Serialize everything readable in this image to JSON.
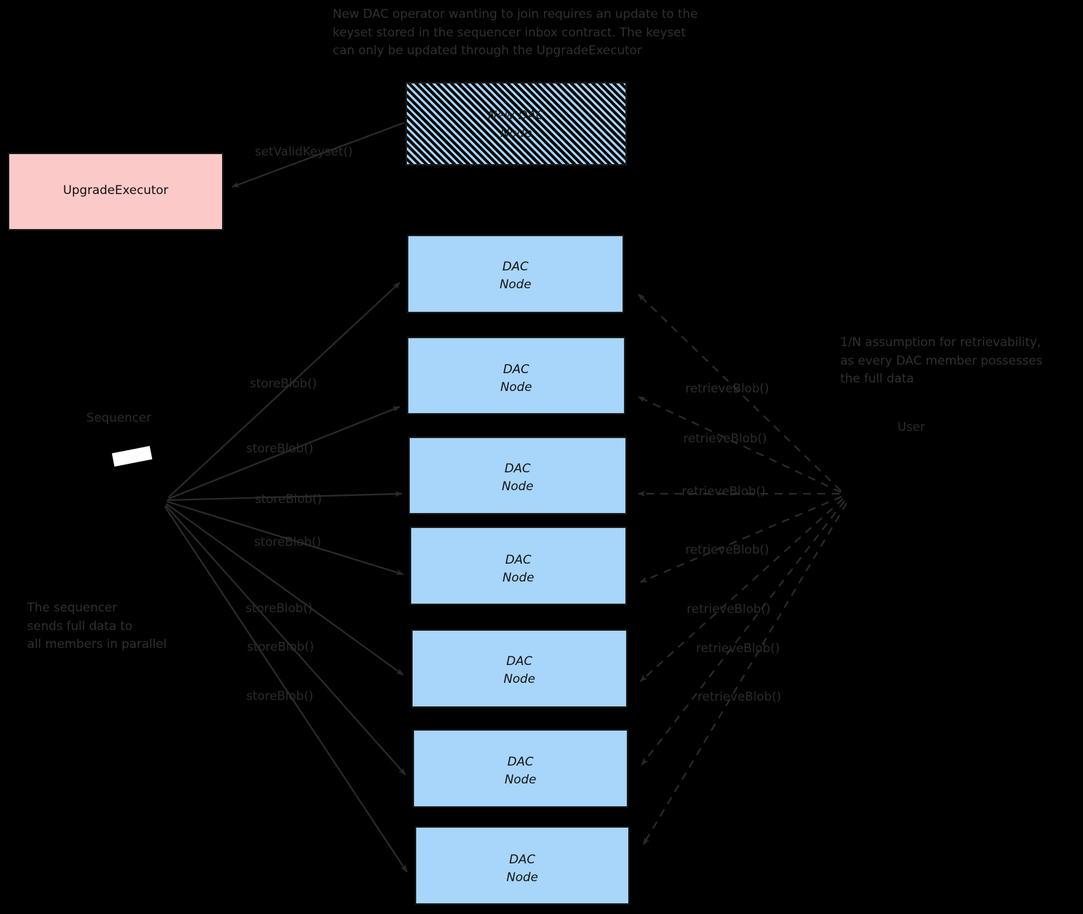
{
  "diagram": {
    "background_color": "#000000",
    "node_fill": "#a8d5fa",
    "upgrade_fill": "#fcc9c9",
    "stroke_color": "#1a1a1a",
    "text_color": "#2b2b2b"
  },
  "notes": {
    "top": "New DAC operator wanting to join requires an update to the\nkeyset stored in the sequencer inbox contract. The keyset\ncan only be updated through the UpgradeExecutor",
    "right": "1/N assumption for retrievability,\nas every DAC member possesses\nthe full data",
    "bottom_left": "The sequencer\nsends full data to\nall members in parallel"
  },
  "actors": {
    "sequencer_label": "Sequencer",
    "user_label": "User"
  },
  "boxes": {
    "new_dac_node": {
      "label": "New DAC\nNode"
    },
    "upgrade_executor": {
      "label": "UpgradeExecutor"
    },
    "dac_nodes": [
      {
        "label": "DAC\nNode"
      },
      {
        "label": "DAC\nNode"
      },
      {
        "label": "DAC\nNode"
      },
      {
        "label": "DAC\nNode"
      },
      {
        "label": "DAC\nNode"
      },
      {
        "label": "DAC\nNode"
      },
      {
        "label": "DAC\nNode"
      }
    ]
  },
  "edges": {
    "set_valid_keyset": "setValidKeyset()",
    "store_blob_labels": [
      "storeBlob()",
      "storeBlob()",
      "storeBlob()",
      "storeBlob()",
      "storeBlob()",
      "storeBlob()",
      "storeBlob()"
    ],
    "retrieve_blob_labels": [
      "retrieveBlob()",
      "retrieveBlob()",
      "retrieveBlob()",
      "retrieveBlob()",
      "retrieveBlob()",
      "retrieveBlob()",
      "retrieveBlob()"
    ]
  }
}
